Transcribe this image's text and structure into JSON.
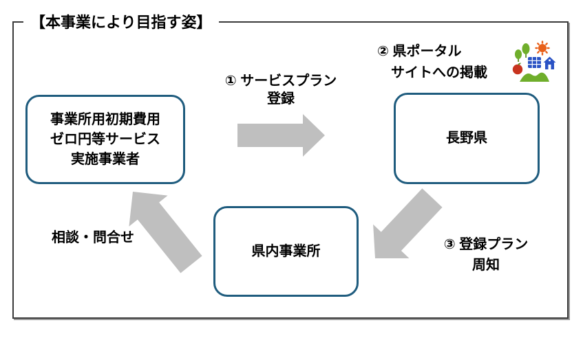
{
  "title": "【本事業により目指す姿】",
  "nodes": {
    "provider": {
      "label": "事業所用初期費用\nゼロ円等サービス\n実施事業者"
    },
    "prefecture": {
      "label": "長野県"
    },
    "offices": {
      "label": "県内事業所"
    }
  },
  "flow_labels": {
    "step1": "① サービスプラン\n登録",
    "step2": "② 県ポータル\n　サイトへの掲載",
    "step3": "③ 登録プラン\n周知",
    "consult": "相談・問合せ"
  },
  "icon": {
    "name": "green-energy-landscape-icon"
  },
  "colors": {
    "node_border": "#1f5c7e",
    "arrow": "#bfbfbf",
    "frame_border": "#3a3a3a",
    "icon_green": "#6fae2b",
    "icon_orange": "#e8601a",
    "icon_blue": "#2a52c4",
    "icon_red": "#c8341f"
  }
}
